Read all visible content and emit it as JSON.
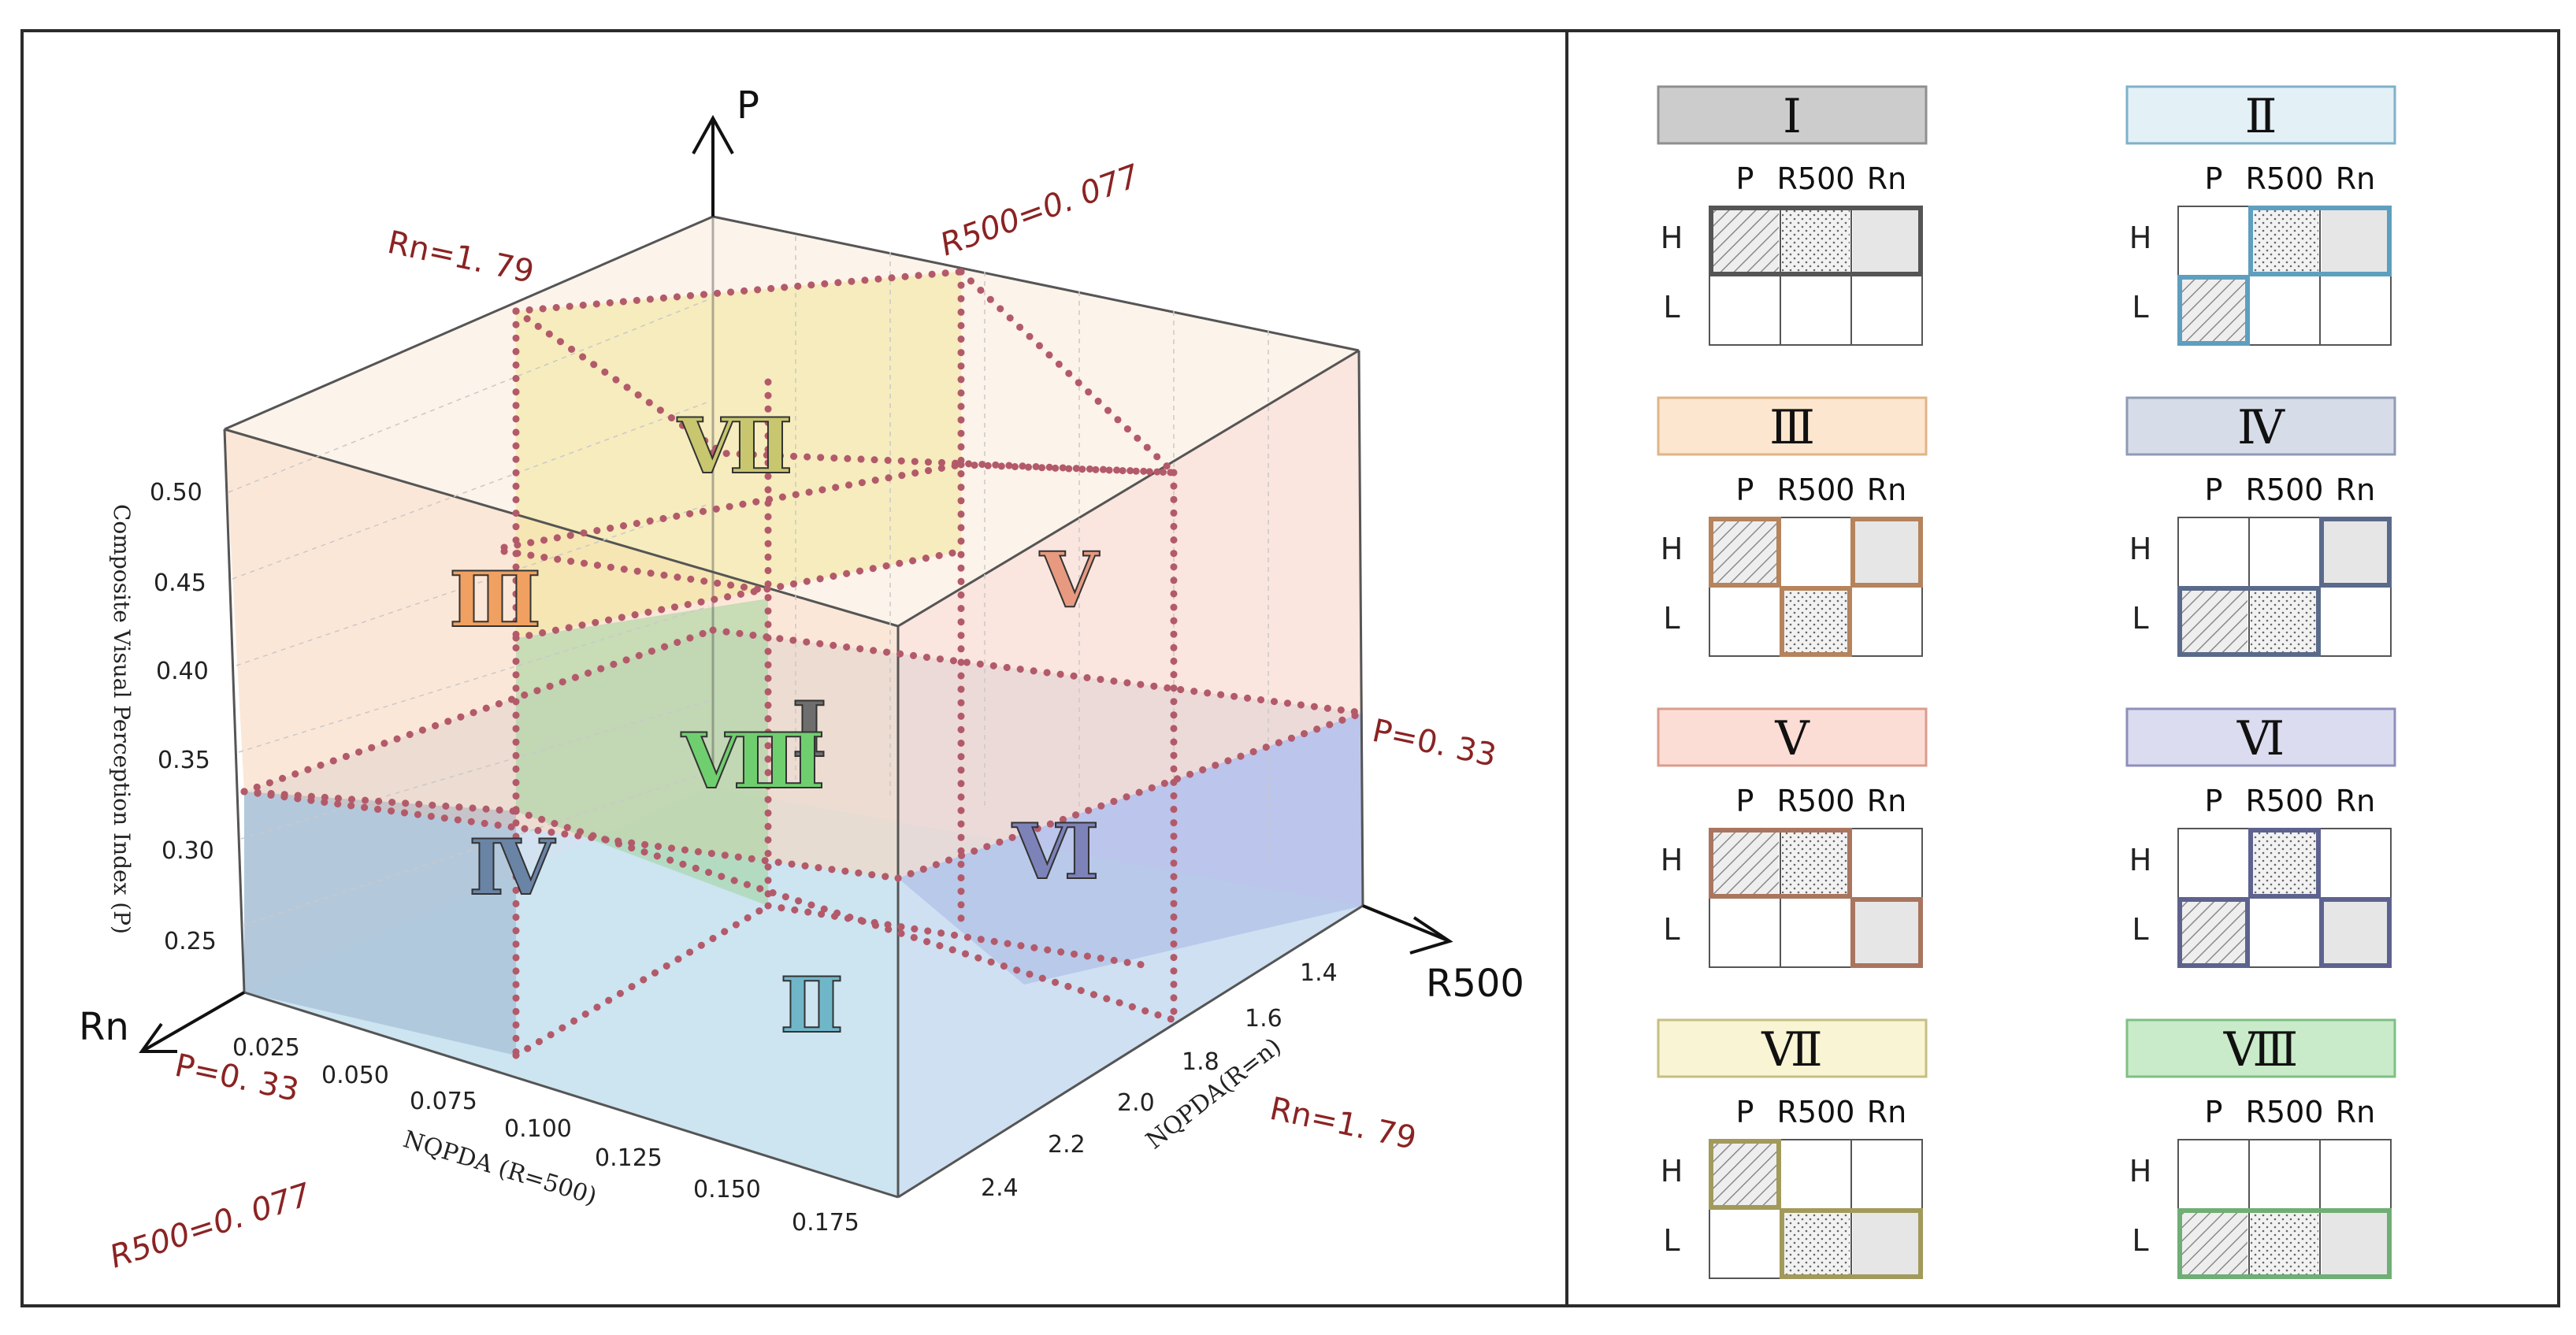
{
  "axes": {
    "p_letter": "P",
    "r500_letter": "R500",
    "rn_letter": "Rn",
    "z_title": "Composite Visual Perception Index (P)",
    "x_title": "NQPDA (R=500)",
    "y_title": "NQPDA(R=n)",
    "z_ticks": [
      "0.25",
      "0.30",
      "0.35",
      "0.40",
      "0.45",
      "0.50"
    ],
    "x_ticks": [
      "0.025",
      "0.050",
      "0.075",
      "0.100",
      "0.125",
      "0.150",
      "0.175"
    ],
    "y_ticks": [
      "1.4",
      "1.6",
      "1.8",
      "2.0",
      "2.2",
      "2.4"
    ]
  },
  "thresholds": {
    "rn_top": "Rn=1. 79",
    "r500_top": "R500=0. 077",
    "p_right": "P=0. 33",
    "p_left": "P=0. 33",
    "r500_bottom": "R500=0. 077",
    "rn_bottom": "Rn=1. 79"
  },
  "region_numerals": {
    "I": "Ⅰ",
    "II": "Ⅱ",
    "III": "Ⅲ",
    "IV": "Ⅳ",
    "V": "Ⅴ",
    "VI": "Ⅵ",
    "VII": "Ⅶ",
    "VIII": "Ⅷ"
  },
  "colors": {
    "threshold_text": "#8b2323",
    "dotted_line": "#b35a6a",
    "upper_fill": "#f6c9a8",
    "lower_fill": "#a9c4de",
    "yellow_fill": "#efe58a",
    "green_fill": "#a8d8a0"
  },
  "legend": {
    "column_labels": [
      "P",
      "R500",
      "Rn"
    ],
    "row_labels": [
      "H",
      "L"
    ],
    "panels": [
      {
        "numeral": "Ⅰ",
        "header_fill": "#cccccc",
        "header_border": "#8f8f8f",
        "accent": "#555555",
        "H": [
          "P",
          "R500",
          "Rn"
        ],
        "L": []
      },
      {
        "numeral": "Ⅱ",
        "header_fill": "#e3f0f6",
        "header_border": "#7fb1c9",
        "accent": "#5e9fbf",
        "H": [
          "R500",
          "Rn"
        ],
        "L": [
          "P"
        ]
      },
      {
        "numeral": "Ⅲ",
        "header_fill": "#fce6cf",
        "header_border": "#e0b487",
        "accent": "#b5835c",
        "H": [
          "P",
          "Rn"
        ],
        "L": [
          "R500"
        ]
      },
      {
        "numeral": "Ⅳ",
        "header_fill": "#d7dde8",
        "header_border": "#8f9bb4",
        "accent": "#5a6a8a",
        "H": [
          "Rn"
        ],
        "L": [
          "P",
          "R500"
        ]
      },
      {
        "numeral": "Ⅴ",
        "header_fill": "#fbddd6",
        "header_border": "#d99c8f",
        "accent": "#a9755f",
        "H": [
          "P",
          "R500"
        ],
        "L": [
          "Rn"
        ]
      },
      {
        "numeral": "Ⅵ",
        "header_fill": "#dcdcf0",
        "header_border": "#8e8fba",
        "accent": "#5e628f",
        "H": [
          "R500"
        ],
        "L": [
          "P",
          "Rn"
        ]
      },
      {
        "numeral": "Ⅶ",
        "header_fill": "#f8f4d4",
        "header_border": "#c6bf83",
        "accent": "#a19a5b",
        "H": [
          "P"
        ],
        "L": [
          "R500",
          "Rn"
        ]
      },
      {
        "numeral": "Ⅷ",
        "header_fill": "#c9ebc9",
        "header_border": "#7fbf84",
        "accent": "#6fae74",
        "H": [],
        "L": [
          "P",
          "R500",
          "Rn"
        ]
      }
    ]
  }
}
